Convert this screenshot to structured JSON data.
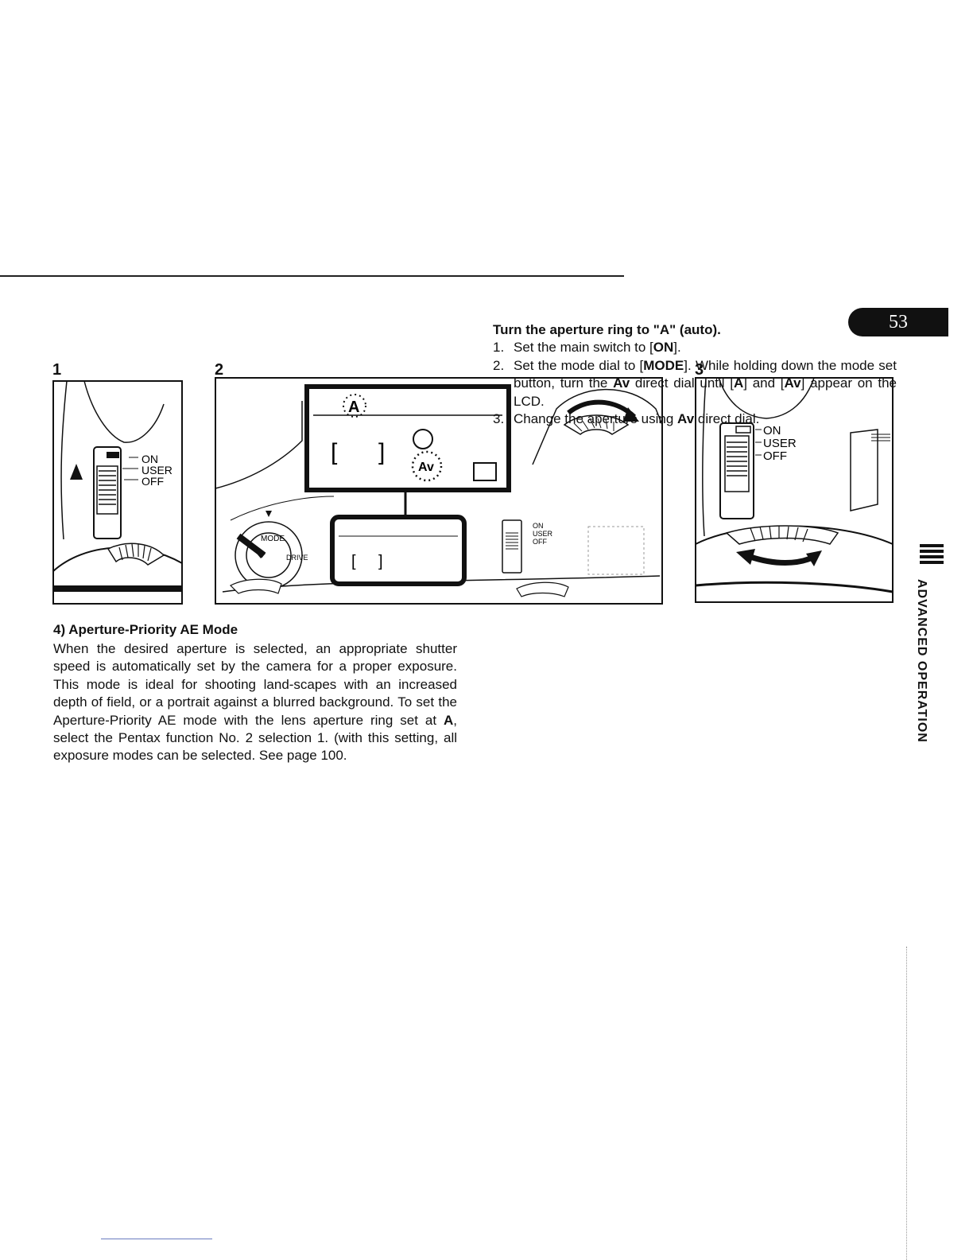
{
  "page_number": "53",
  "section_label": "ADVANCED OPERATION",
  "figures": [
    {
      "number": "1",
      "switch_labels": [
        "ON",
        "USER",
        "OFF"
      ]
    },
    {
      "number": "2",
      "lcd_mode": "A",
      "lcd_av": "Av",
      "switch_labels": [
        "ON",
        "USER",
        "OFF"
      ],
      "dial_labels": [
        "MODE",
        "DRIVE"
      ]
    },
    {
      "number": "3",
      "switch_labels": [
        "ON",
        "USER",
        "OFF"
      ]
    }
  ],
  "left": {
    "heading": "4) Aperture-Priority AE Mode",
    "body_1": "When the desired aperture is selected, an appropriate shutter speed is automatically set by the camera for a proper exposure. This mode is ideal for shooting land-scapes with an increased depth of field, or a portrait against a blurred background. To set the Aperture-Priority AE mode with the lens aperture ring set at ",
    "body_bold": "A",
    "body_2": ", select the Pentax function No. 2 selection 1. (with this setting, all exposure modes can be selected. See page 100."
  },
  "right": {
    "heading": "Turn the aperture ring to \"A\" (auto).",
    "steps": [
      {
        "num": "1.",
        "a": "Set the main switch to [",
        "b1": "ON",
        "c": "]."
      },
      {
        "num": "2.",
        "a": "Set the mode dial to [",
        "b1": "MODE",
        "c": "]. While holding down the mode set button, turn the ",
        "b2": "Av",
        "d": " direct dial until [",
        "b3": "A",
        "e": "] and [",
        "b4": "Av",
        "f": "] appear on the LCD."
      },
      {
        "num": "3.",
        "a": "Change the aperture using ",
        "b1": "Av",
        "c": " direct dial."
      }
    ]
  }
}
